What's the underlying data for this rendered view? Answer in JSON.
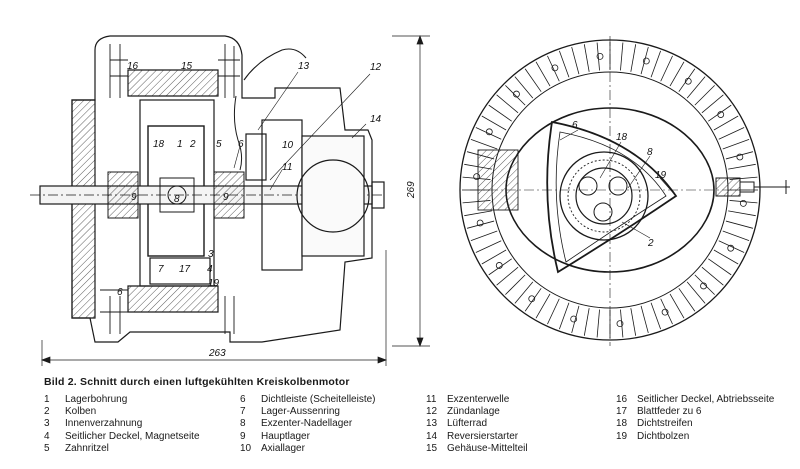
{
  "caption": "Bild 2.  Schnitt durch einen luftgekühlten Kreiskolbenmotor",
  "dimensions": {
    "width": "263",
    "height": "269"
  },
  "callouts": [
    "16",
    "15",
    "13",
    "12",
    "14",
    "18",
    "1",
    "2",
    "5",
    "6",
    "10",
    "11",
    "9",
    "8",
    "9",
    "3",
    "7",
    "17",
    "4",
    "19",
    "6",
    "18",
    "8",
    "19",
    "2"
  ],
  "legend": [
    [
      {
        "num": "1",
        "text": "Lagerbohrung"
      },
      {
        "num": "2",
        "text": "Kolben"
      },
      {
        "num": "3",
        "text": "Innenverzahnung"
      },
      {
        "num": "4",
        "text": "Seitlicher Deckel, Magnetseite"
      },
      {
        "num": "5",
        "text": "Zahnritzel"
      }
    ],
    [
      {
        "num": "6",
        "text": "Dichtleiste (Scheitelleiste)"
      },
      {
        "num": "7",
        "text": "Lager-Aussenring"
      },
      {
        "num": "8",
        "text": "Exzenter-Nadellager"
      },
      {
        "num": "9",
        "text": "Hauptlager"
      },
      {
        "num": "10",
        "text": "Axiallager"
      }
    ],
    [
      {
        "num": "11",
        "text": "Exzenterwelle"
      },
      {
        "num": "12",
        "text": "Zündanlage"
      },
      {
        "num": "13",
        "text": "Lüfterrad"
      },
      {
        "num": "14",
        "text": "Reversierstarter"
      },
      {
        "num": "15",
        "text": "Gehäuse-Mittelteil"
      }
    ],
    [
      {
        "num": "16",
        "text": "Seitlicher Deckel, Abtriebsseite"
      },
      {
        "num": "17",
        "text": "Blattfeder zu 6"
      },
      {
        "num": "18",
        "text": "Dichtstreifen"
      },
      {
        "num": "19",
        "text": "Dichtbolzen"
      }
    ]
  ]
}
